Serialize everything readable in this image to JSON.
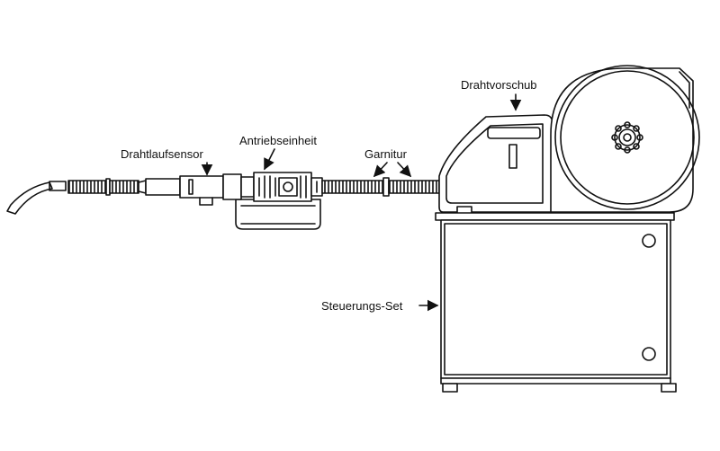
{
  "labels": {
    "drahtlaufsensor": "Drahtlaufsensor",
    "antriebseinheit": "Antriebseinheit",
    "garnitur": "Garnitur",
    "drahtvorschub": "Drahtvorschub",
    "steuerungs_set": "Steuerungs-Set"
  },
  "colors": {
    "line": "#111111",
    "background": "#ffffff"
  }
}
